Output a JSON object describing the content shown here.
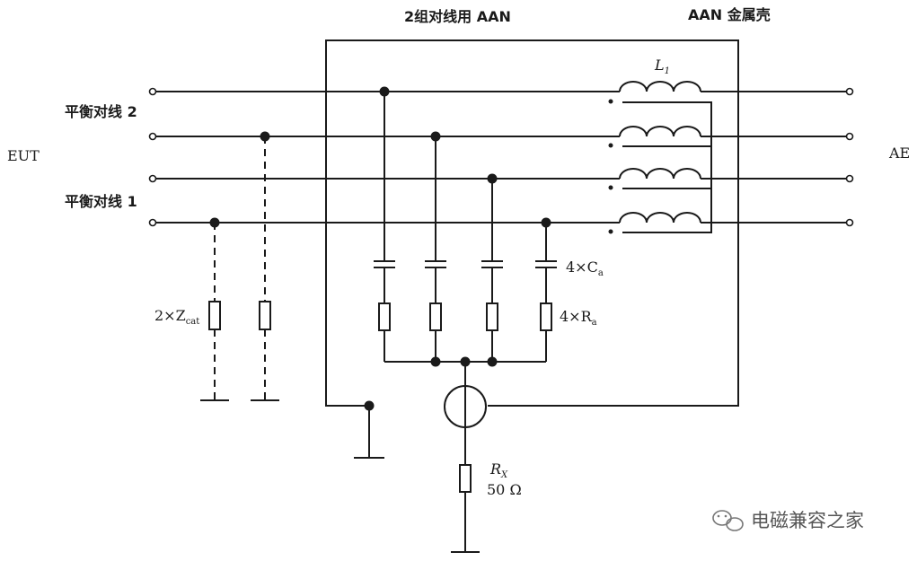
{
  "labels": {
    "aan_group": "2组对线用 AAN",
    "aan_shell": "AAN 金属壳",
    "eut": "EUT",
    "ae": "AE",
    "pair2": "平衡对线 2",
    "pair1": "平衡对线 1",
    "l1_main": "L",
    "l1_sub": "1",
    "ca_main": "4×C",
    "ca_sub": "a",
    "ra_main": "4×R",
    "ra_sub": "a",
    "zcat_main": "2×Z",
    "zcat_sub": "cat",
    "rx_main": "R",
    "rx_sub": "X",
    "rx_value": "50 Ω"
  },
  "watermark": {
    "text": "电磁兼容之家",
    "icon": "wechat-icon"
  },
  "colors": {
    "line": "#1a1a1a",
    "background": "#ffffff",
    "watermark": "#555555"
  }
}
